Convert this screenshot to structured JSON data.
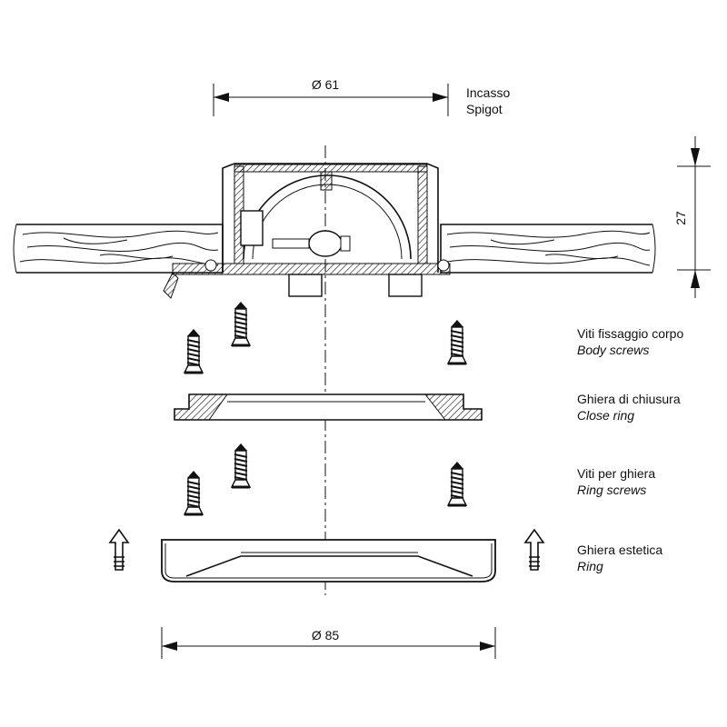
{
  "dimensions": {
    "spigot_diameter": "Ø 61",
    "ring_diameter": "Ø 85",
    "height": "27"
  },
  "labels": {
    "spigot": {
      "it": "Incasso",
      "en": "Spigot"
    },
    "body_screws": {
      "it": "Viti fissaggio corpo",
      "en": "Body screws"
    },
    "close_ring": {
      "it": "Ghiera di chiusura",
      "en": "Close ring"
    },
    "ring_screws": {
      "it": "Viti per ghiera",
      "en": "Ring screws"
    },
    "ring": {
      "it": "Ghiera estetica",
      "en": "Ring"
    }
  }
}
